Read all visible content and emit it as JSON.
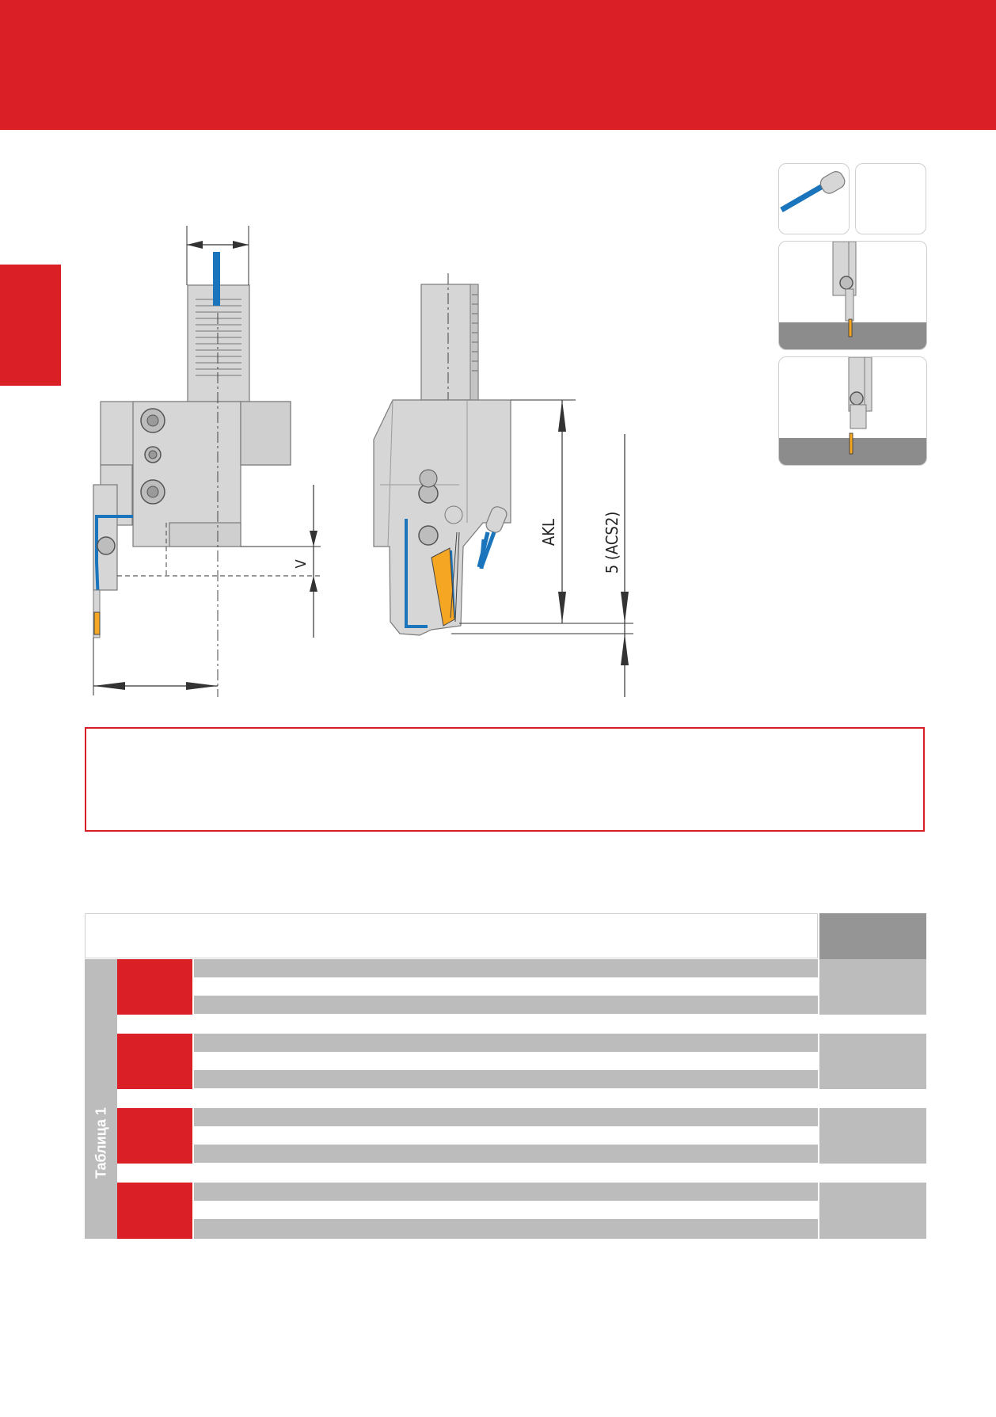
{
  "drawing": {
    "dim_v": "V",
    "dim_akl": "AKL",
    "dim_5_acs2": "5 (ACS2)"
  },
  "table": {
    "side_label": "Таблица 1"
  },
  "colors": {
    "brand_red": "#db1f26",
    "coolant_blue": "#1b75bc",
    "insert_orange": "#f5a623",
    "steel_grey": "#d9d9d9",
    "table_grey": "#bcbcbc"
  }
}
